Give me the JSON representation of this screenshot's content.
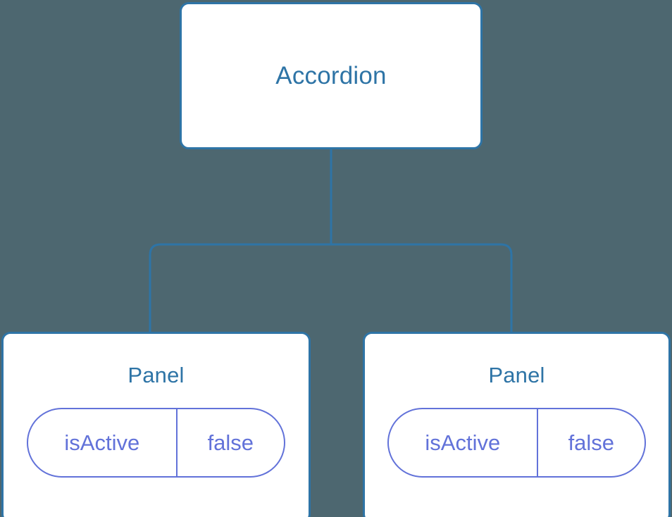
{
  "diagram": {
    "type": "component-tree",
    "background_color": "#4d6770",
    "node_border_color": "#2e74a6",
    "node_fill_color": "#ffffff",
    "node_title_color": "#2e74a6",
    "connector_color": "#2e74a6",
    "state_accent_color": "#6272d9",
    "root": {
      "title": "Accordion"
    },
    "children": [
      {
        "title": "Panel",
        "state": {
          "key": "isActive",
          "value": "false"
        }
      },
      {
        "title": "Panel",
        "state": {
          "key": "isActive",
          "value": "false"
        }
      }
    ]
  }
}
